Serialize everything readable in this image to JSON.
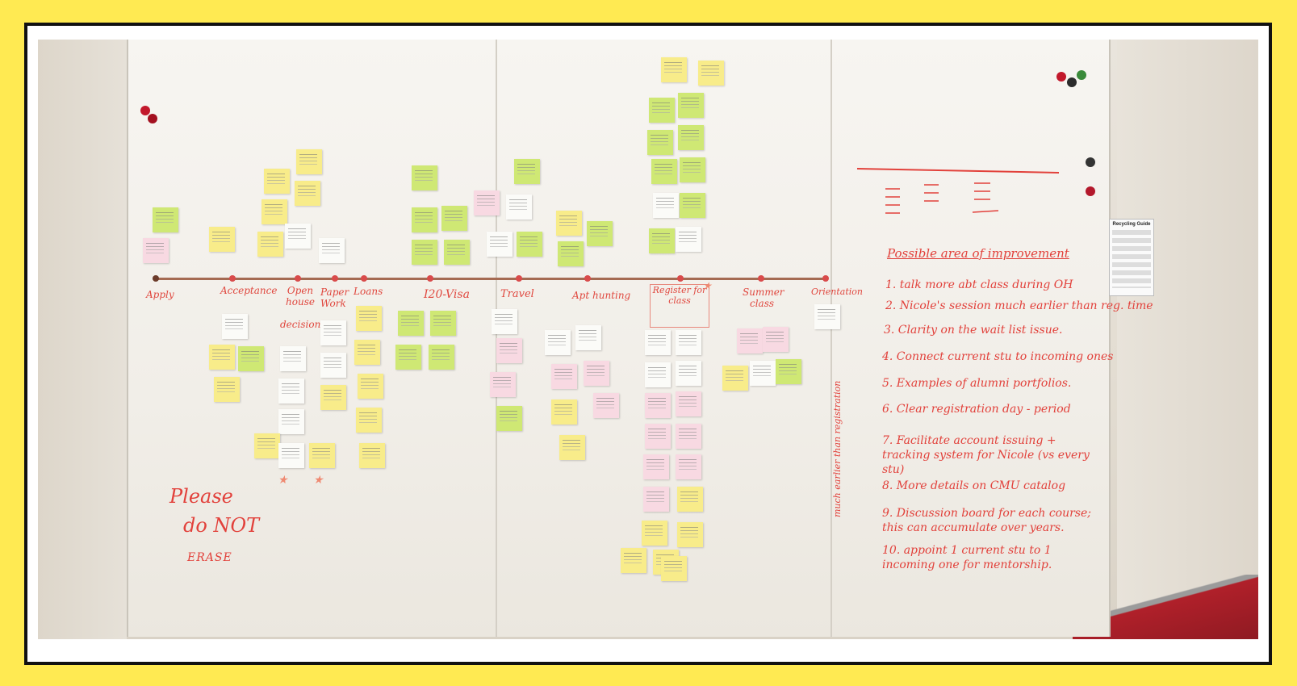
{
  "stages": [
    "Apply",
    "Acceptance",
    "Open house",
    "decision",
    "Paper Work",
    "Loans",
    "I20-Visa",
    "Travel",
    "Apt hunting",
    "Register for class",
    "Summer class",
    "Orientation"
  ],
  "erase_note": {
    "line1": "Please",
    "line2": "do NOT",
    "line3": "ERASE"
  },
  "improvements": {
    "title": "Possible area of improvement",
    "items": [
      "1. talk more abt class during OH",
      "2. Nicole's session much earlier than reg. time",
      "3. Clarity on the wait list issue.",
      "4. Connect current stu to incoming ones",
      "5. Examples of alumni portfolios.",
      "6. Clear registration day - period",
      "7. Facilitate account issuing + tracking system for Nicole (vs every stu)",
      "8. More details on CMU catalog",
      "9. Discussion board for each course; this can accumulate over years.",
      "10. appoint 1 current stu to 1 incoming one for mentorship."
    ],
    "side_note": "much earlier than registration"
  },
  "recycling_guide": "Recycling Guide",
  "colors": {
    "frame": "#ffea52",
    "marker": "#e2413b",
    "timeline": "#a56a52"
  }
}
